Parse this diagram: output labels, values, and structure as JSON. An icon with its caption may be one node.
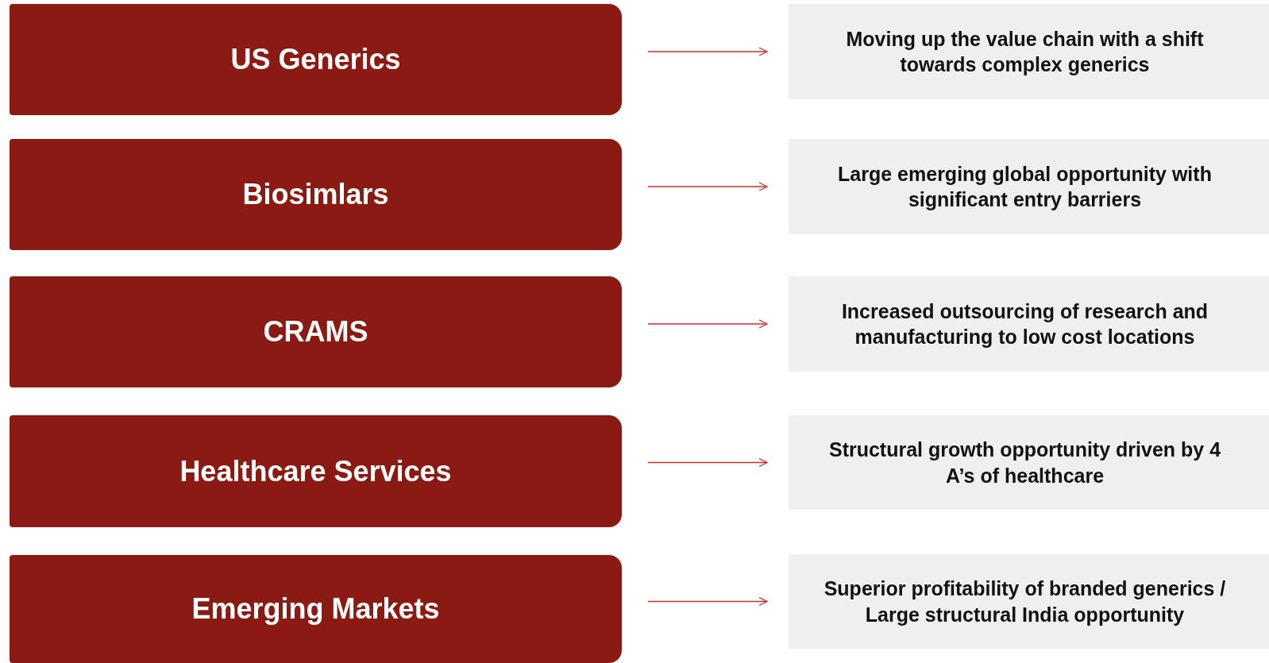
{
  "diagram": {
    "nodes": [
      {
        "text": [
          "US Generics"
        ]
      },
      {
        "text": [
          "Moving up the value chain with a shift towards complex generics"
        ]
      },
      {
        "text": [
          "Biosimlars"
        ]
      },
      {
        "text": [
          "Large emerging global opportunity with significant entry barriers"
        ]
      },
      {
        "text": [
          "CRAMS"
        ]
      },
      {
        "text": [
          "Increased outsourcing of research and manufacturing to low cost locations"
        ]
      },
      {
        "text": [
          "Healthcare Services"
        ]
      },
      {
        "text": [
          "Structural growth opportunity driven by 4 A’s of healthcare"
        ]
      },
      {
        "text": [
          "Emerging Markets"
        ]
      },
      {
        "text": [
          "Superior profitability of branded generics / Large structural India opportunity"
        ]
      }
    ],
    "edges": [
      {
        "from": 0,
        "to": 1,
        "arrow": "to"
      },
      {
        "from": 2,
        "to": 3,
        "arrow": "to"
      },
      {
        "from": 4,
        "to": 5,
        "arrow": "to"
      },
      {
        "from": 6,
        "to": 7,
        "arrow": "to"
      },
      {
        "from": 8,
        "to": 9,
        "arrow": "to"
      }
    ]
  }
}
